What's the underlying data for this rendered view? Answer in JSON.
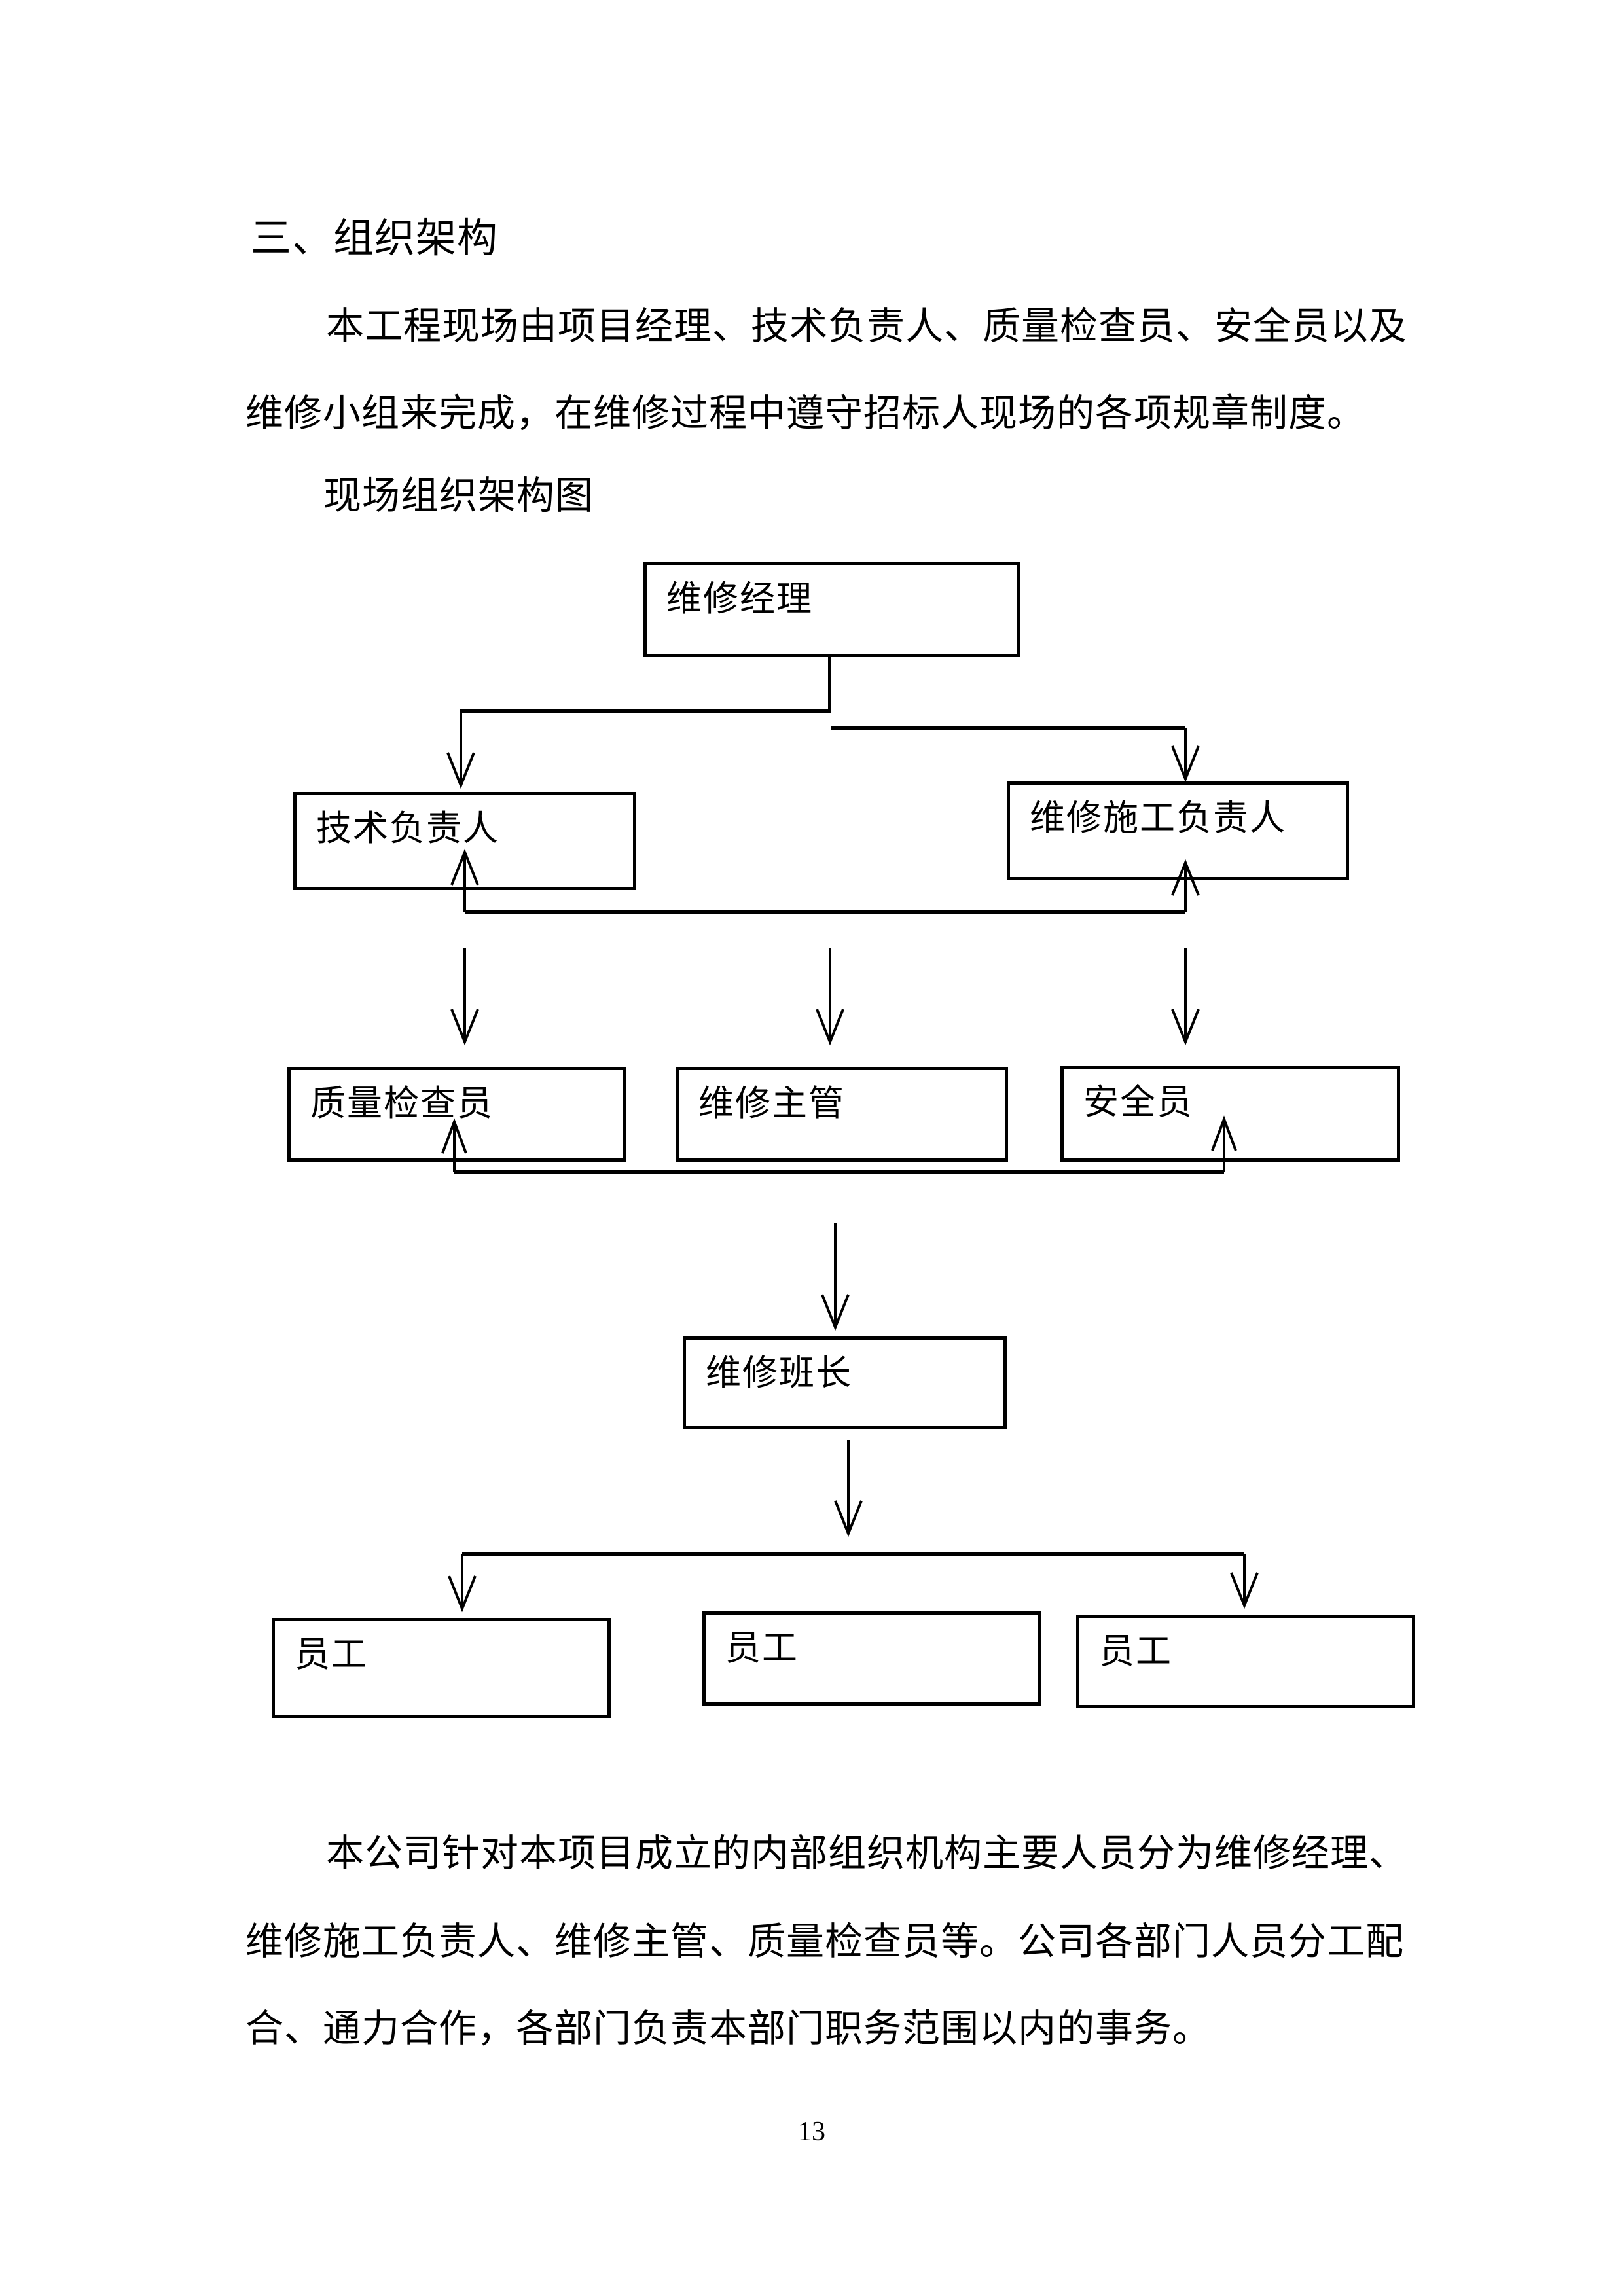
{
  "colors": {
    "text": "#000000",
    "background": "#ffffff",
    "line": "#000000"
  },
  "document": {
    "heading": "三、组织架构",
    "paragraph1": {
      "line1": "本工程现场由项目经理、技术负责人、质量检查员、安全员以及",
      "line2": "维修小组来完成，在维修过程中遵守招标人现场的各项规章制度。"
    },
    "chart_caption": "现场组织架构图",
    "paragraph2": {
      "line1": "本公司针对本项目成立的内部组织机构主要人员分为维修经理、",
      "line2": "维修施工负责人、维修主管、质量检查员等。公司各部门人员分工配",
      "line3": "合、通力合作，各部门负责本部门职务范围以内的事务。"
    },
    "page_number": "13"
  },
  "org_chart": {
    "boxes": [
      {
        "id": "maintenance-manager",
        "label": "维修经理"
      },
      {
        "id": "technical-director",
        "label": "技术负责人"
      },
      {
        "id": "construction-director",
        "label": "维修施工负责人"
      },
      {
        "id": "quality-inspector",
        "label": "质量检查员"
      },
      {
        "id": "maintenance-supervisor",
        "label": "维修主管"
      },
      {
        "id": "safety-officer",
        "label": "安全员"
      },
      {
        "id": "team-leader",
        "label": "维修班长"
      },
      {
        "id": "staff-1",
        "label": "员工"
      },
      {
        "id": "staff-2",
        "label": "员工"
      },
      {
        "id": "staff-3",
        "label": "员工"
      }
    ]
  }
}
